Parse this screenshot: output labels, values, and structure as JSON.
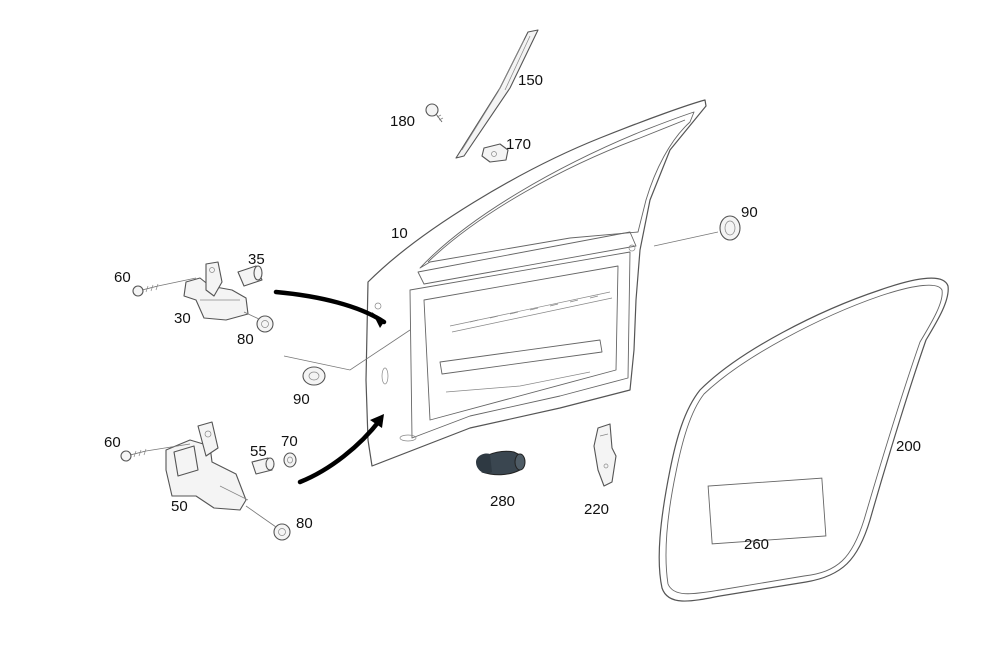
{
  "callouts": {
    "c10": "10",
    "c30": "30",
    "c35": "35",
    "c50": "50",
    "c55": "55",
    "c60_top": "60",
    "c60_bottom": "60",
    "c70": "70",
    "c80_top": "80",
    "c80_bottom": "80",
    "c90_right": "90",
    "c90_left": "90",
    "c150": "150",
    "c170": "170",
    "c180": "180",
    "c200": "200",
    "c220": "220",
    "c260": "260",
    "c280": "280"
  },
  "colors": {
    "line": "#555555",
    "arrow": "#000000",
    "plug": "#3a4650",
    "background": "#ffffff"
  }
}
